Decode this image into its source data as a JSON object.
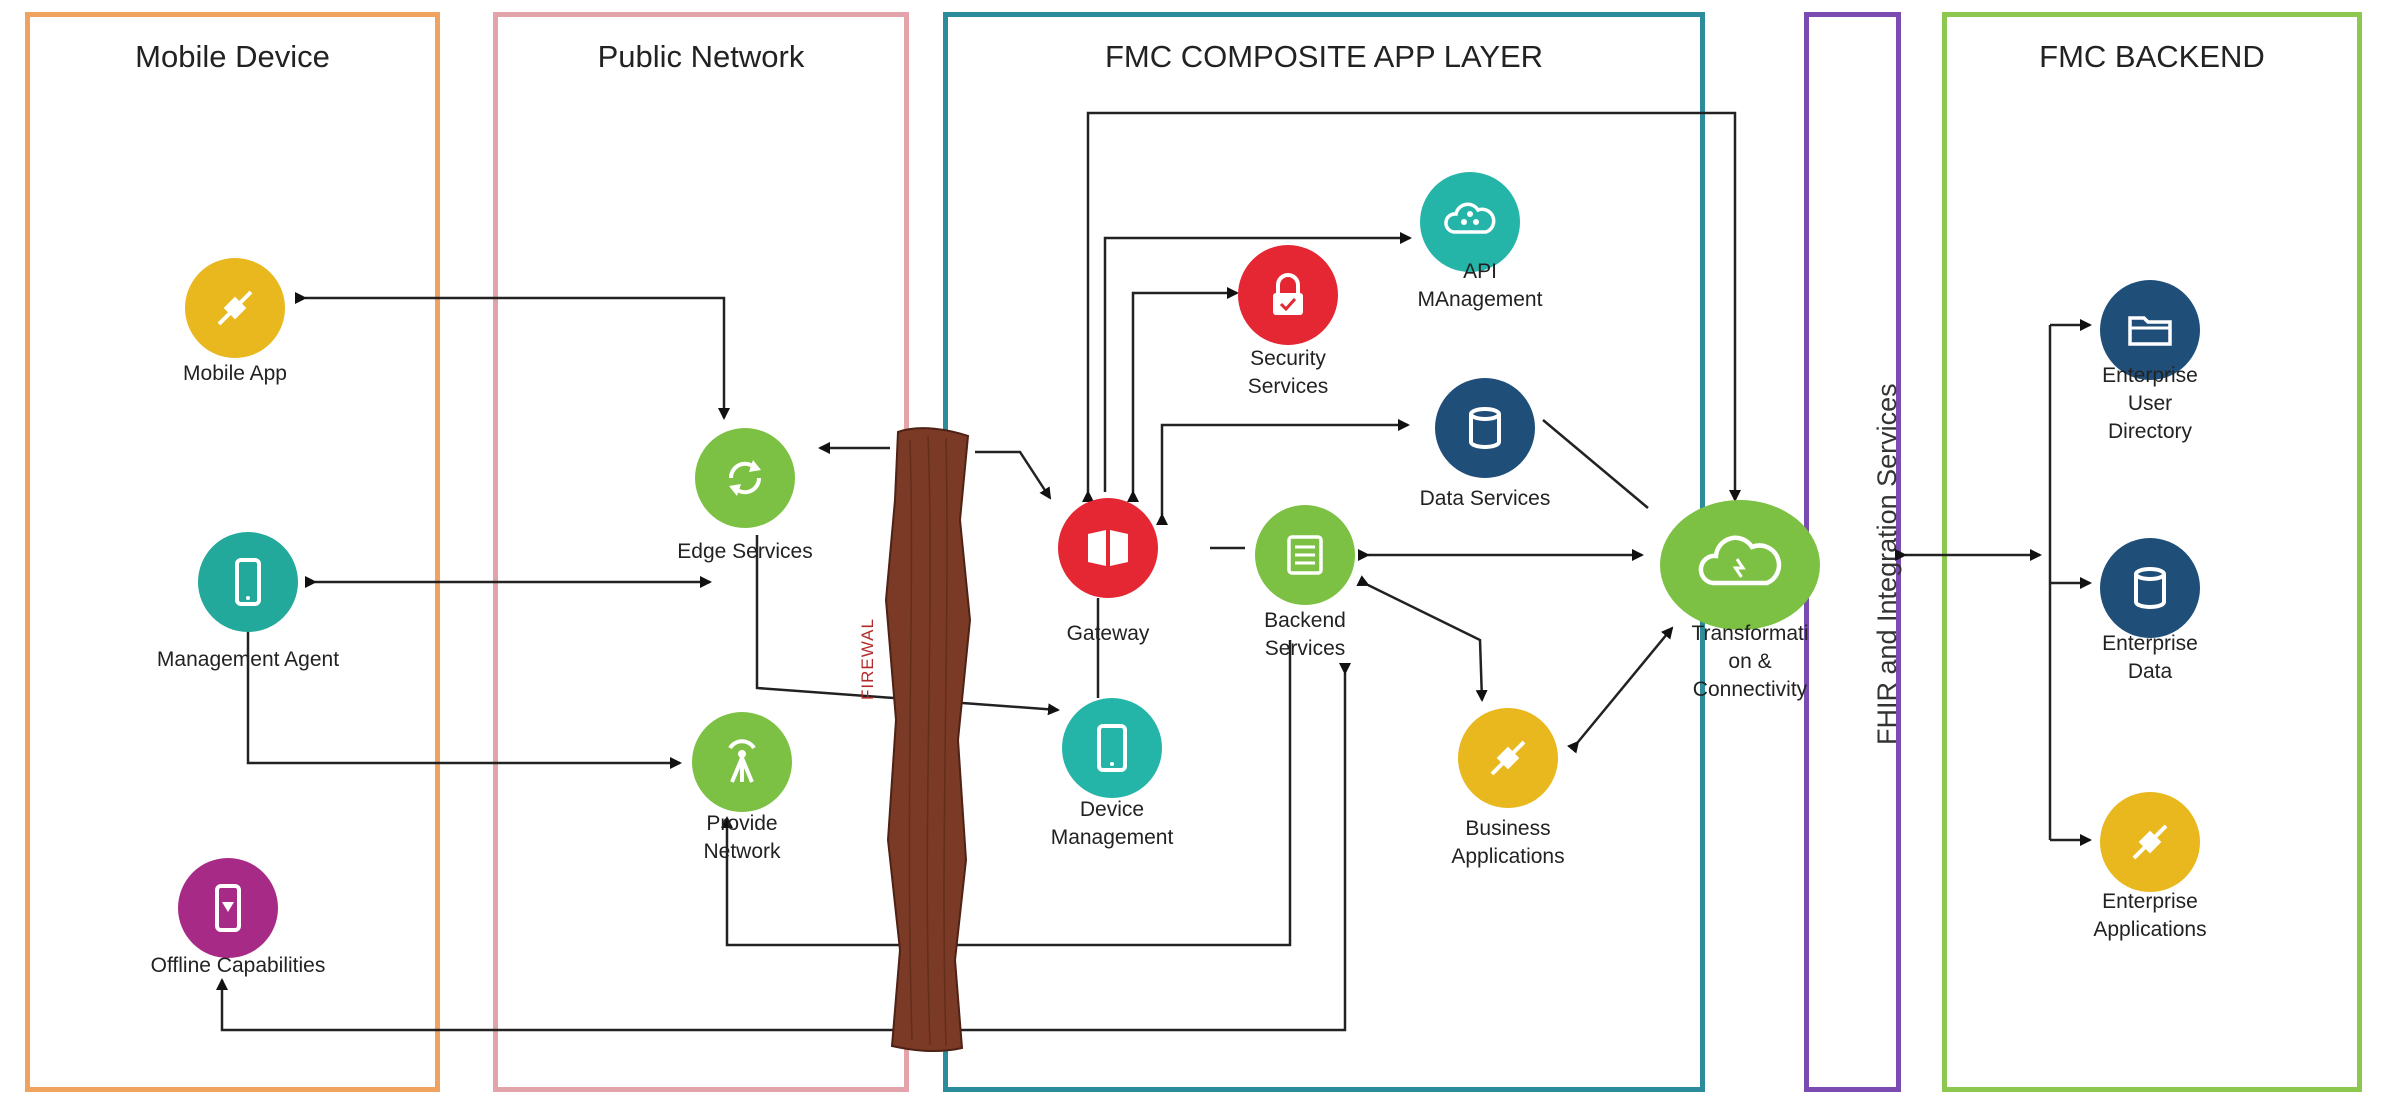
{
  "lanes": {
    "mobile": "Mobile Device",
    "public": "Public Network",
    "composite": "FMC COMPOSITE APP LAYER",
    "fhir": "FHIR and Integration Services",
    "backend": "FMC BACKEND"
  },
  "firewall": "FIREWAL",
  "nodes": {
    "mobile_app": "Mobile App",
    "management_agent": "Management Agent",
    "offline": "Offline Capabilities",
    "edge": "Edge Services",
    "provide_network": "Provide\nNetwork",
    "gateway": "Gateway",
    "device_mgmt": "Device\nManagement",
    "security": "Security\nServices",
    "api": "API\nMAnagement",
    "data_services": "Data Services",
    "backend_services": "Backend\nServices",
    "business_apps": "Business\nApplications",
    "transformation": "Transformati\non &\nConnectivity",
    "enterprise_user": "Enterprise\nUser\nDirectory",
    "enterprise_data": "Enterprise\nData",
    "enterprise_apps": "Enterprise\nApplications"
  },
  "colors": {
    "mobile_lane": "#f0a35f",
    "public_lane": "#e3a3ab",
    "composite_lane": "#2c8c9c",
    "fhir_lane": "#7a4bb0",
    "backend_lane": "#8cc850",
    "yellow": "#e8b81e",
    "teal": "#23a99b",
    "green": "#7cc143",
    "red": "#e52633",
    "navy": "#1f4e79",
    "magenta": "#a72a86",
    "cyan": "#25b5a8",
    "wood": "#7a3a26"
  }
}
